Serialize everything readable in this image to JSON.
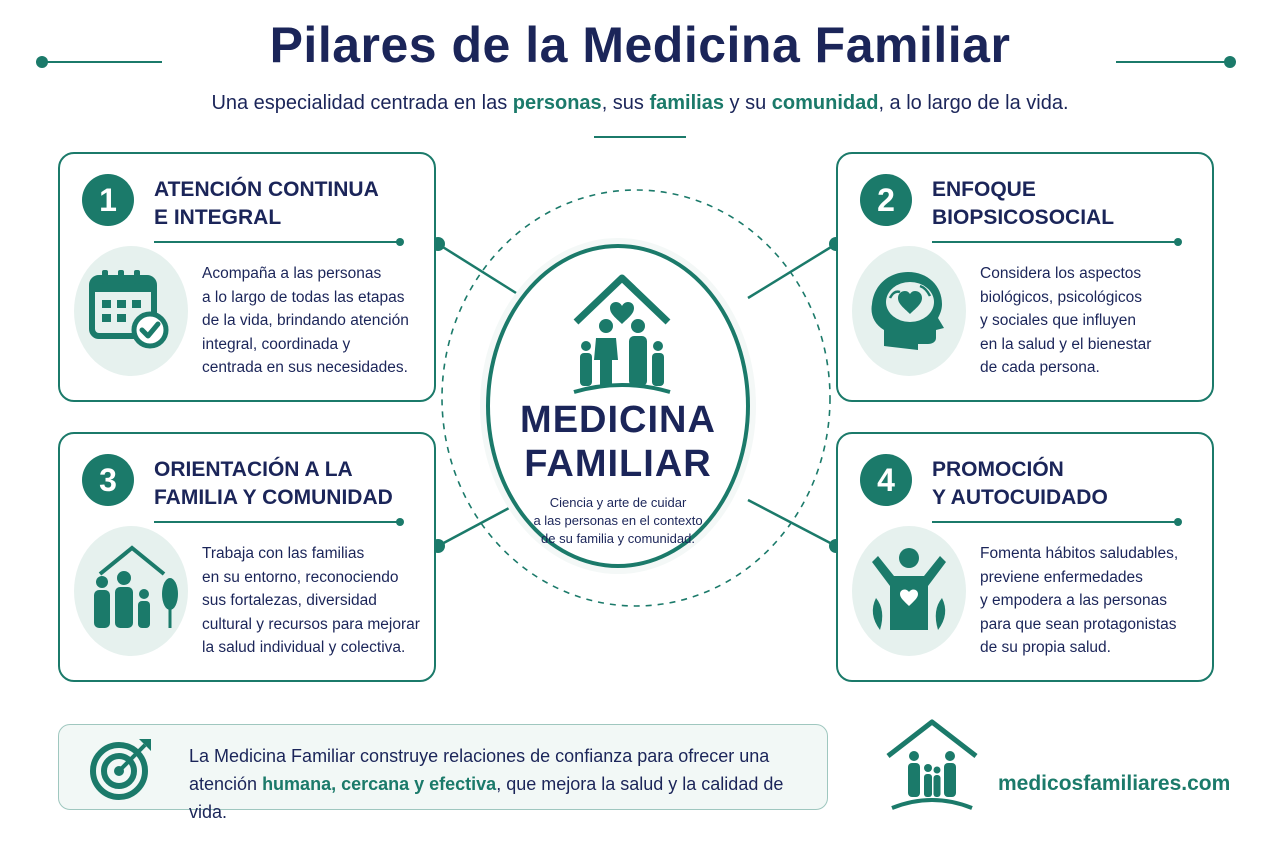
{
  "header": {
    "title": "Pilares de la Medicina Familiar",
    "subtitle": {
      "part1": "Una especialidad centrada en las ",
      "hl1": "personas",
      "part2": ", sus ",
      "hl2": "familias",
      "part3": " y su ",
      "hl3": "comunidad",
      "part4": ", a lo largo de la vida."
    }
  },
  "center": {
    "title_line1": "MEDICINA",
    "title_line2": "FAMILIAR",
    "text_line1": "Ciencia y arte de cuidar",
    "text_line2": "a las personas en el contexto",
    "text_line3": "de su familia y comunidad."
  },
  "pillars": [
    {
      "number": "1",
      "title_line1": "ATENCIÓN CONTINUA",
      "title_line2": "E INTEGRAL",
      "icon": "calendar-check-icon",
      "lines": [
        "Acompaña a las personas",
        "a lo largo de todas las etapas",
        "de la vida, brindando atención",
        "integral, coordinada y",
        "centrada en sus necesidades."
      ]
    },
    {
      "number": "2",
      "title_line1": "ENFOQUE",
      "title_line2": "BIOPSICOSOCIAL",
      "icon": "head-brain-heart-icon",
      "lines": [
        "Considera los aspectos",
        "biológicos, psicológicos",
        "y sociales que influyen",
        "en la salud y el bienestar",
        "de cada persona."
      ]
    },
    {
      "number": "3",
      "title_line1": "ORIENTACIÓN A LA",
      "title_line2": "FAMILIA Y COMUNIDAD",
      "icon": "family-home-icon",
      "lines": [
        "Trabaja con las familias",
        "en su entorno, reconociendo",
        "sus fortalezas, diversidad",
        "cultural y recursos para mejorar",
        "la salud individual y colectiva."
      ]
    },
    {
      "number": "4",
      "title_line1": "PROMOCIÓN",
      "title_line2": "Y AUTOCUIDADO",
      "icon": "person-heart-leaves-icon",
      "lines": [
        "Fomenta hábitos saludables,",
        "previene enfermedades",
        "y empodera a las personas",
        "para que sean protagonistas",
        "de su propia salud."
      ]
    }
  ],
  "footer": {
    "line1": "La Medicina Familiar construye relaciones de confianza para ofrecer una",
    "line2_part1": "atención ",
    "line2_hl": "humana, cercana y efectiva",
    "line2_part2": ", que mejora la salud y la calidad de vida.",
    "icon": "target-arrow-icon",
    "brand": "medicosfamiliares.com",
    "brand_icon": "family-house-logo-icon"
  },
  "colors": {
    "navy": "#1b2559",
    "teal": "#1b7a6a",
    "teal_light": "#e6f1ee"
  }
}
